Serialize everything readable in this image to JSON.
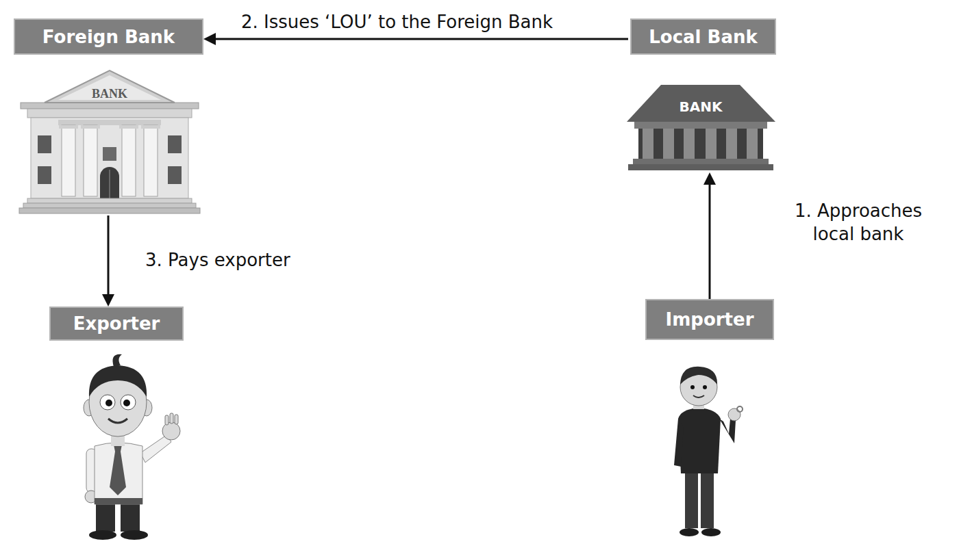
{
  "diagram": {
    "nodes": [
      {
        "text": [
          "Foreign Bank"
        ]
      },
      {
        "text": [
          "Local Bank"
        ]
      },
      {
        "text": [
          "Exporter"
        ]
      },
      {
        "text": [
          "Importer"
        ]
      }
    ],
    "edges": [
      {
        "from": 3,
        "to": 1,
        "arrow": "to",
        "label": "1. Approaches local bank"
      },
      {
        "from": 1,
        "to": 0,
        "arrow": "to",
        "label": "2. Issues ‘LOU’ to the Foreign Bank"
      },
      {
        "from": 0,
        "to": 2,
        "arrow": "to",
        "label": "3. Pays exporter"
      }
    ],
    "labels": [
      "BANK",
      "BANK"
    ]
  }
}
